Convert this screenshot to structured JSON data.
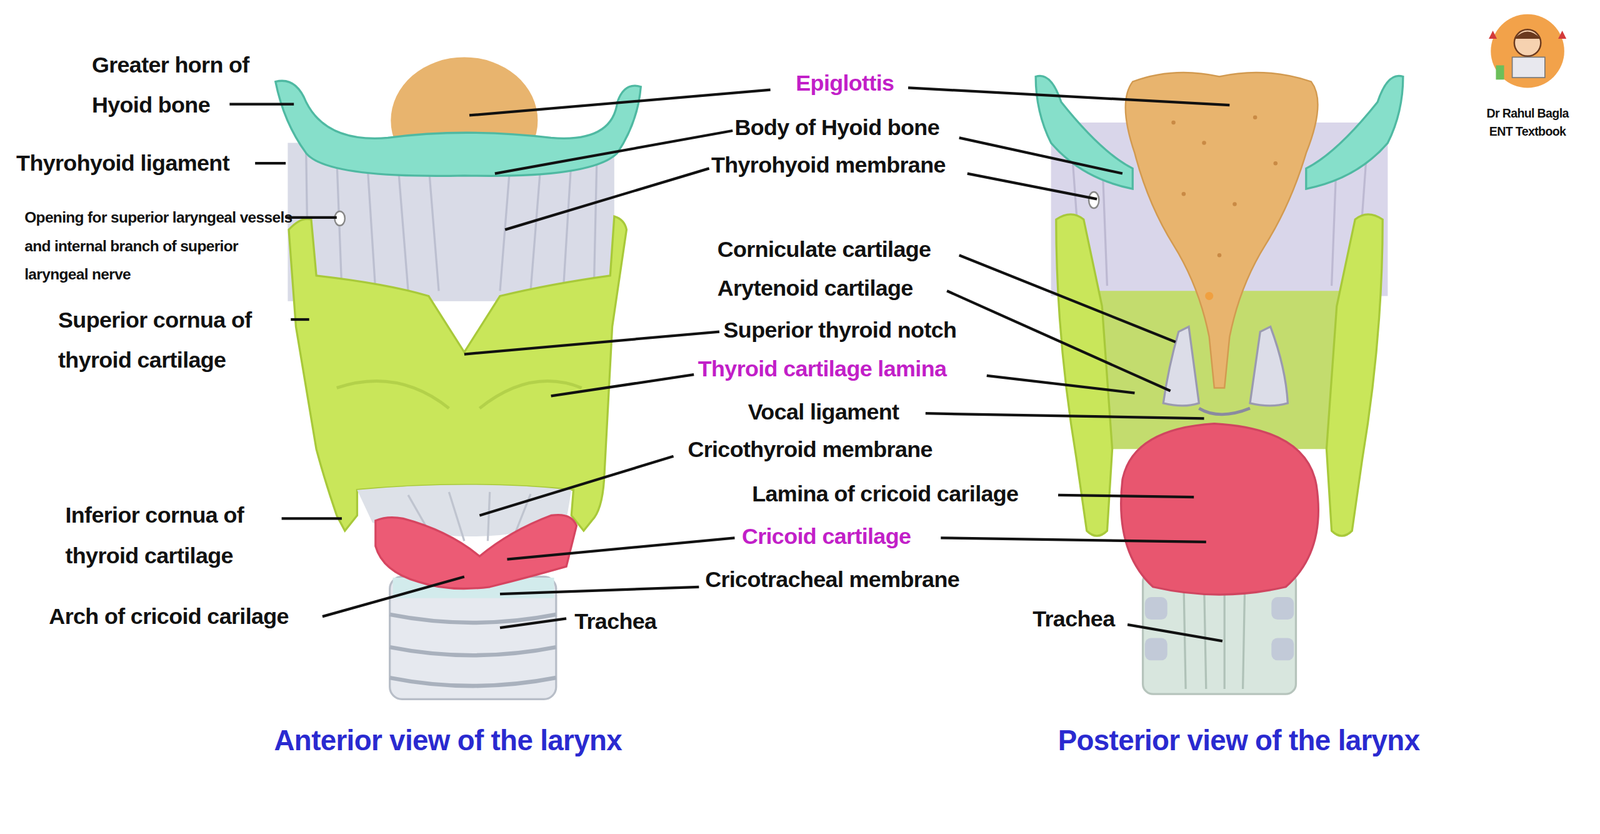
{
  "diagram": {
    "labels": [
      "Greater horn of Hyoid bone",
      "Thyrohyoid ligament",
      "Opening for superior laryngeal vessels and internal branch of superior laryngeal nerve",
      "Superior cornua of thyroid cartilage",
      "Inferior cornua of thyroid cartilage",
      "Arch of cricoid carilage",
      "Epiglottis",
      "Body of Hyoid bone",
      "Thyrohyoid membrane",
      "Corniculate cartilage",
      "Arytenoid cartilage",
      "Superior thyroid notch",
      "Thyroid cartilage lamina",
      "Vocal ligament",
      "Cricothyroid membrane",
      "Lamina of cricoid carilage",
      "Cricoid cartilage",
      "Cricotracheal membrane",
      "Trachea",
      "Trachea",
      "Anterior view of the larynx",
      "Posterior view of the larynx",
      "Dr Rahul Bagla ENT Textbook"
    ]
  }
}
